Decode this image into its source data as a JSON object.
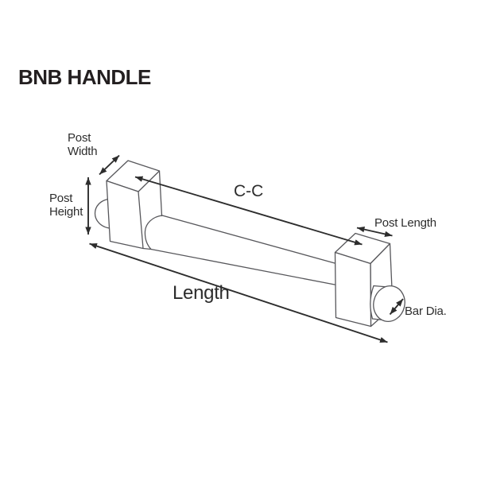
{
  "title": "BNB HANDLE",
  "diagram": {
    "description": "Isometric technical line drawing of a BNB bar handle with two square posts and a round bar, annotated with dimension arrows",
    "colors": {
      "background": "#ffffff",
      "outline": "#57575b",
      "dimension_lines": "#2d2d2d",
      "label_text": "#2d2d2d",
      "title_text": "#231f20"
    },
    "labels": {
      "post_width": [
        "Post",
        "Width"
      ],
      "post_height": [
        "Post",
        "Height"
      ],
      "center_to_center": "C-C",
      "post_length": "Post Length",
      "length": "Length",
      "bar_diameter": "Bar Dia."
    }
  }
}
